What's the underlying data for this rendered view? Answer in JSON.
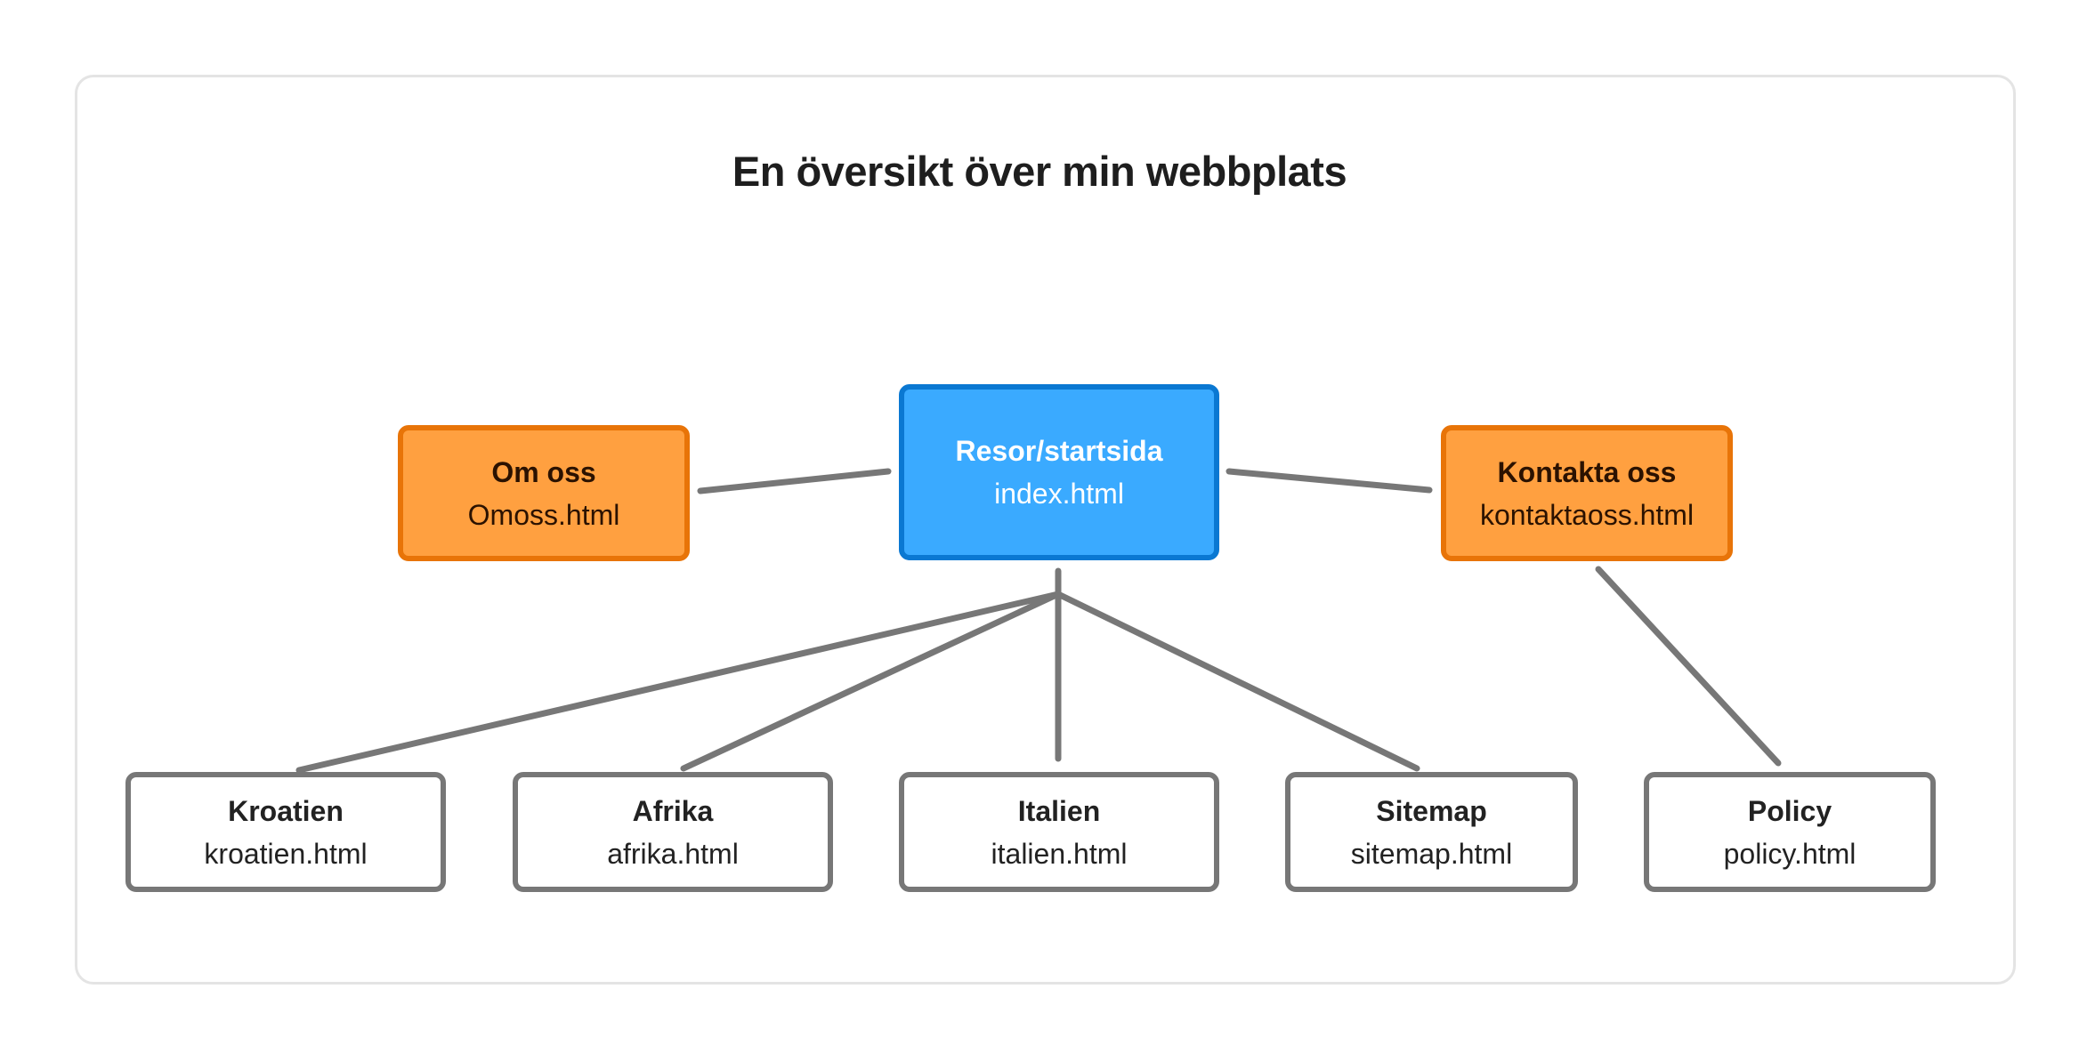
{
  "title": "En översikt över min webbplats",
  "colors": {
    "blue_fill": "#3aaaff",
    "blue_border": "#0a78d2",
    "orange_fill": "#ffa040",
    "orange_border": "#e87408",
    "child_border": "#777777",
    "connector": "#777777"
  },
  "nodes": {
    "start": {
      "name": "Resor/startsida",
      "file": "index.html"
    },
    "omoss": {
      "name": "Om oss",
      "file": "Omoss.html"
    },
    "kontakt": {
      "name": "Kontakta oss",
      "file": "kontaktaoss.html"
    },
    "kroatien": {
      "name": "Kroatien",
      "file": "kroatien.html"
    },
    "afrika": {
      "name": "Afrika",
      "file": "afrika.html"
    },
    "italien": {
      "name": "Italien",
      "file": "italien.html"
    },
    "sitemap": {
      "name": "Sitemap",
      "file": "sitemap.html"
    },
    "policy": {
      "name": "Policy",
      "file": "policy.html"
    }
  },
  "edges": [
    {
      "from": "start",
      "to": "omoss"
    },
    {
      "from": "start",
      "to": "kontakt"
    },
    {
      "from": "start",
      "to": "kroatien"
    },
    {
      "from": "start",
      "to": "afrika"
    },
    {
      "from": "start",
      "to": "italien"
    },
    {
      "from": "start",
      "to": "sitemap"
    },
    {
      "from": "kontakt",
      "to": "policy"
    }
  ]
}
